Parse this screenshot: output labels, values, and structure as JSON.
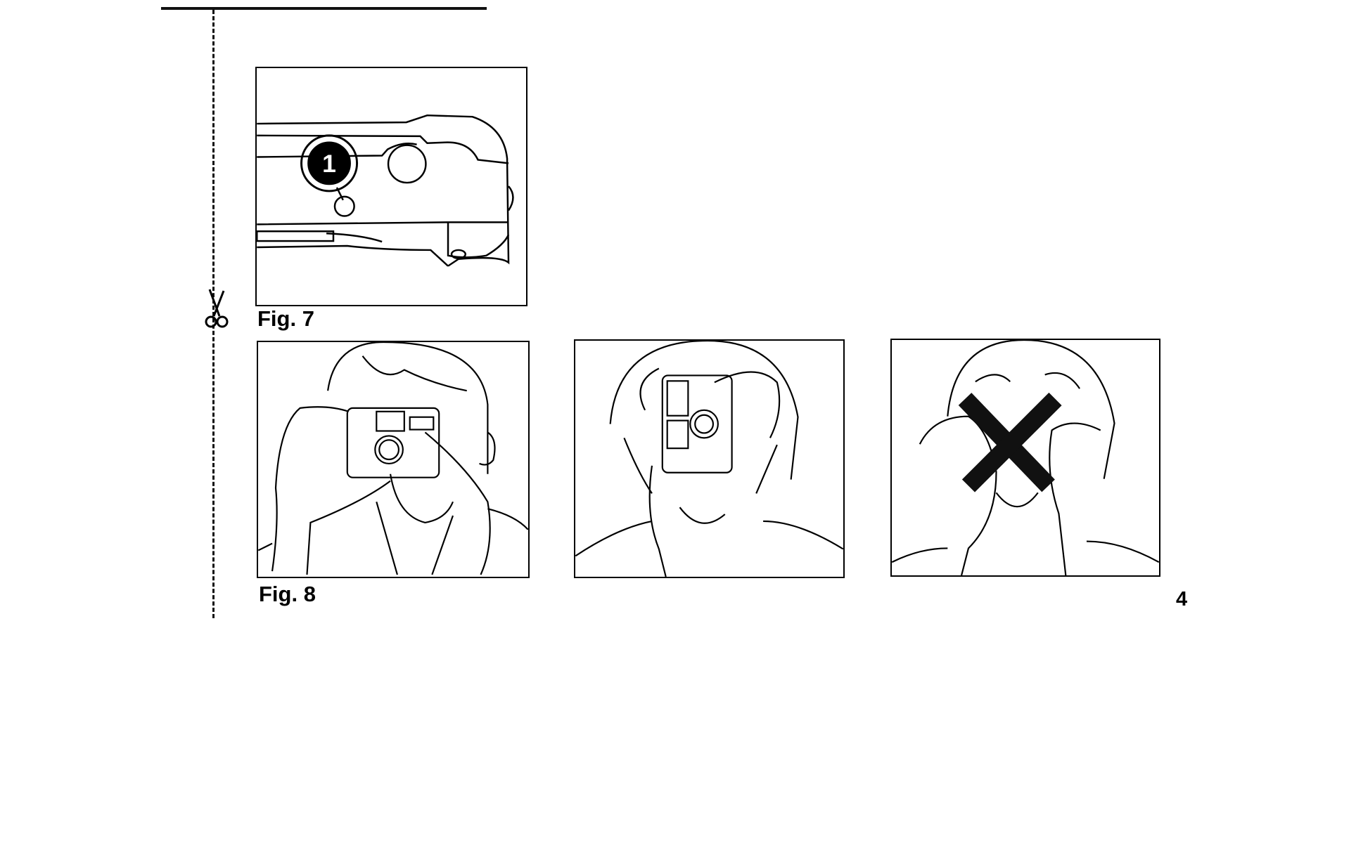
{
  "figures": [
    {
      "caption": "Fig. 7",
      "callout_number": "1"
    },
    {
      "caption": "Fig. 8"
    }
  ],
  "page_number": "4"
}
